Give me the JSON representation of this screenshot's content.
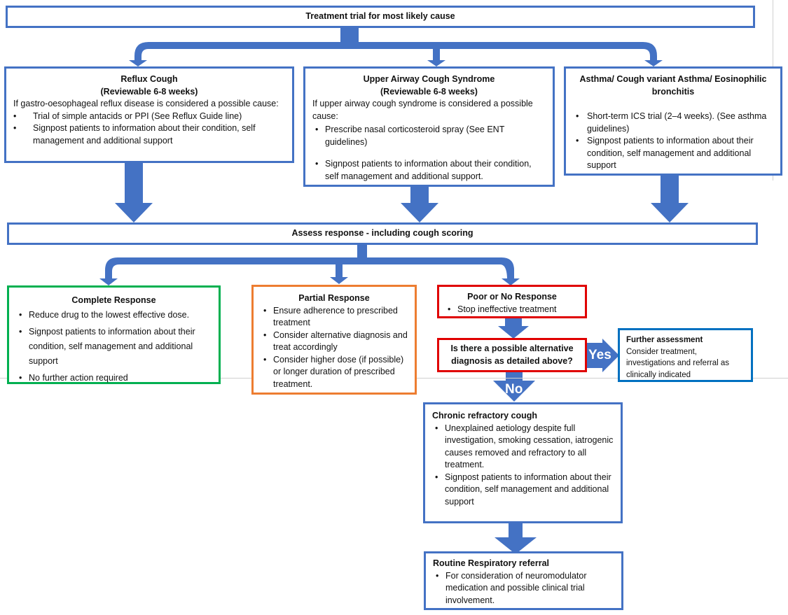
{
  "top_bar": {
    "title": "Treatment trial for most likely cause"
  },
  "reflux": {
    "title_line1": "Reflux Cough",
    "title_line2": "(Reviewable 6-8 weeks)",
    "intro": "If gastro-oesophageal reflux disease is considered a possible cause:",
    "items": [
      "Trial of simple antacids or PPI (See Reflux Guide line)",
      "Signpost patients to information about their condition, self management and additional support"
    ]
  },
  "uacs": {
    "title_line1": "Upper Airway Cough Syndrome",
    "title_line2": "(Reviewable 6-8 weeks)",
    "intro": "If upper airway cough syndrome is considered a possible cause:",
    "items": [
      "Prescribe nasal corticosteroid spray (See ENT guidelines)",
      "Signpost patients to information about their condition, self management and additional support."
    ]
  },
  "asthma": {
    "title": "Asthma/ Cough variant Asthma/ Eosinophilic bronchitis",
    "items": [
      "Short-term ICS trial (2–4 weeks). (See asthma guidelines)",
      "Signpost patients to information about their condition, self management and additional support"
    ]
  },
  "assess_bar": {
    "title": "Assess response - including cough scoring"
  },
  "complete": {
    "title": "Complete Response",
    "items": [
      "Reduce drug to the lowest effective dose.",
      "Signpost patients to information about their condition, self management and additional support",
      "No further action required"
    ]
  },
  "partial": {
    "title": "Partial Response",
    "items": [
      "Ensure adherence to prescribed treatment",
      "Consider alternative diagnosis and treat accordingly",
      "Consider higher dose (if possible) or longer duration of prescribed treatment."
    ]
  },
  "poor": {
    "title": "Poor or No Response",
    "items": [
      "Stop ineffective treatment"
    ]
  },
  "question": {
    "text": "Is there a possible alternative diagnosis as detailed above?"
  },
  "labels": {
    "yes": "Yes",
    "no": "No"
  },
  "further": {
    "title": "Further assessment",
    "text": "Consider treatment, investigations and referral as clinically indicated"
  },
  "chronic": {
    "title": "Chronic refractory cough",
    "items": [
      "Unexplained aetiology despite full investigation, smoking cessation, iatrogenic causes removed and refractory to all treatment.",
      "Signpost patients to information about their condition, self management and additional support"
    ]
  },
  "referral": {
    "title": "Routine Respiratory referral",
    "items": [
      "For consideration of neuromodulator medication and possible clinical trial involvement."
    ]
  },
  "colors": {
    "arrow": "#4472C4",
    "complete_border": "#00B050",
    "partial_border": "#ED7D31",
    "poor_border": "#E00000",
    "further_border": "#0070C0"
  }
}
